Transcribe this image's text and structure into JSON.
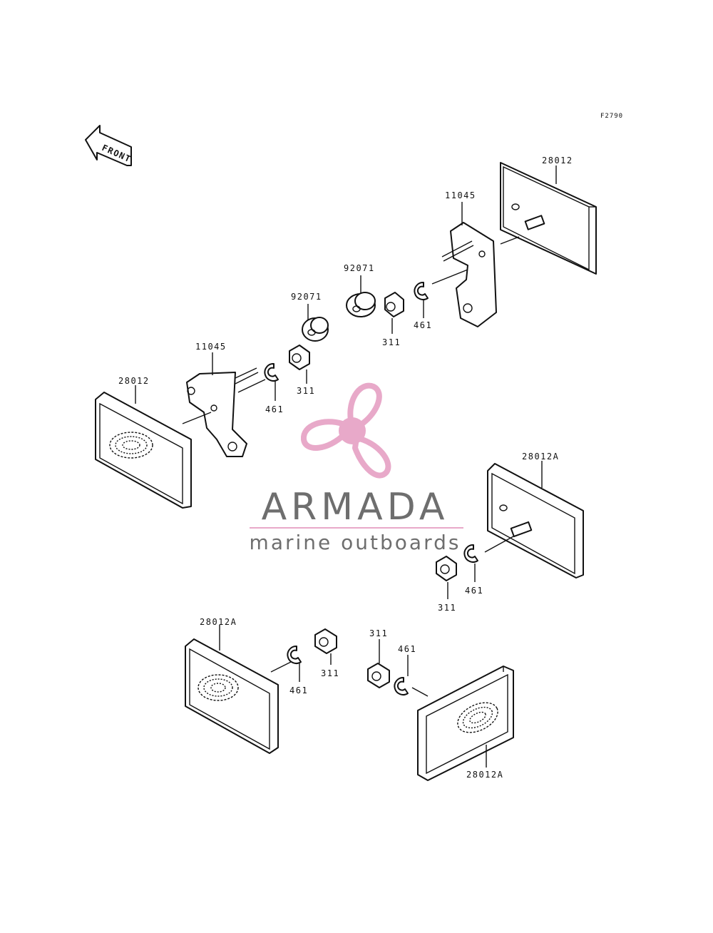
{
  "figure_code": "F2790",
  "front_arrow_label": "FRONT",
  "labels": {
    "reflector_top_right": "28012",
    "bracket_right": "11045",
    "grommet_right": "92071",
    "nut_right": "311",
    "washer_right": "461",
    "grommet_left": "92071",
    "bracket_left": "11045",
    "reflector_left": "28012",
    "washer_left": "461",
    "nut_left": "311",
    "reflector_mid_right": "28012A",
    "nut_mid_right": "311",
    "washer_mid_right": "461",
    "reflector_bottom_left": "28012A",
    "washer_bottom_left": "461",
    "nut_bottom_left": "311",
    "nut_bottom_right": "311",
    "washer_bottom_right": "461",
    "reflector_bottom_right": "28012A"
  },
  "watermark": {
    "title": "ARMADA",
    "subtitle": "marine outboards",
    "accent_color": "#e8a9c9",
    "line_color": "#e8a9c9",
    "text_color": "#6e6e6e"
  }
}
